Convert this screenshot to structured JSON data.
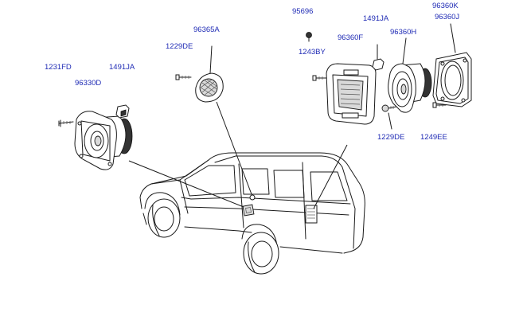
{
  "labels": {
    "p1231FD": "1231FD",
    "p1491JA_left": "1491JA",
    "p96330D": "96330D",
    "p1229DE_top": "1229DE",
    "p96365A": "96365A",
    "p95696": "95696",
    "p1243BY": "1243BY",
    "p1491JA_right": "1491JA",
    "p96360F": "96360F",
    "p96360H": "96360H",
    "p96360K": "96360K",
    "p96360J": "96360J",
    "p1229DE_bottom": "1229DE",
    "p1249EE": "1249EE"
  }
}
